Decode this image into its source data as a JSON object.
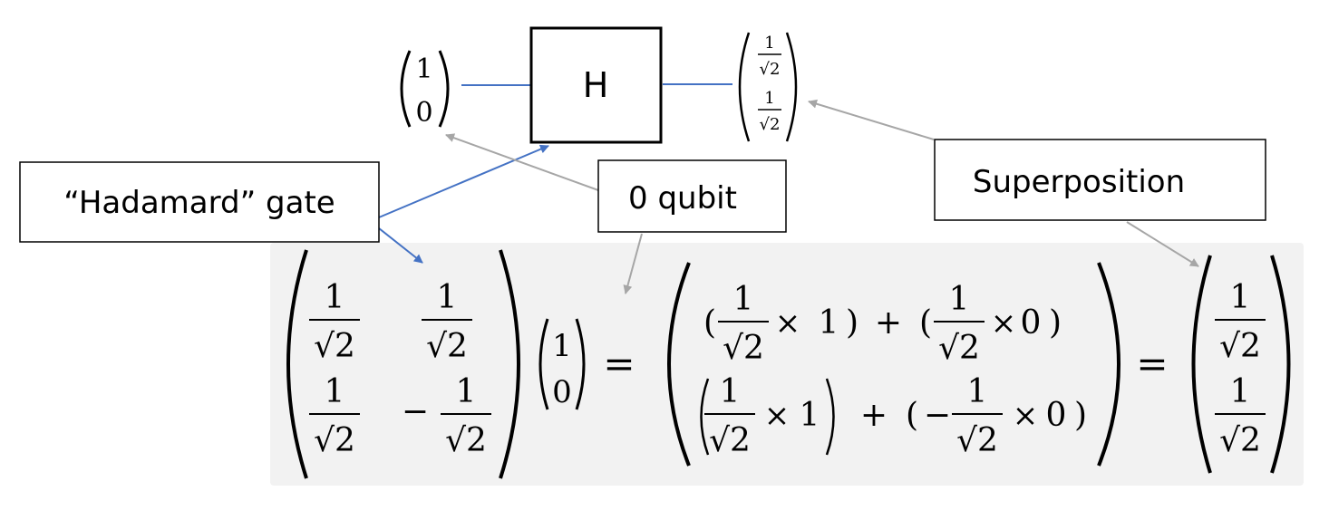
{
  "circuit": {
    "input_state": [
      "1",
      "0"
    ],
    "gate_label": "H",
    "output_state": [
      "1",
      "√2",
      "1",
      "√2"
    ]
  },
  "callouts": {
    "hadamard": "“Hadamard” gate",
    "zero_qubit": "0 qubit",
    "superposition": "Superposition"
  },
  "equation": {
    "one": "1",
    "sqrt2": "√2",
    "zero": "0",
    "minus": "−",
    "equals": "=",
    "plus": "+",
    "times": "×",
    "lparen": "(",
    "rparen": ")"
  },
  "colors": {
    "wire": "#4472c4",
    "hadamard_arrow": "#4472c4",
    "gray_arrow": "#a6a6a6",
    "equation_bg": "#f2f2f2"
  }
}
